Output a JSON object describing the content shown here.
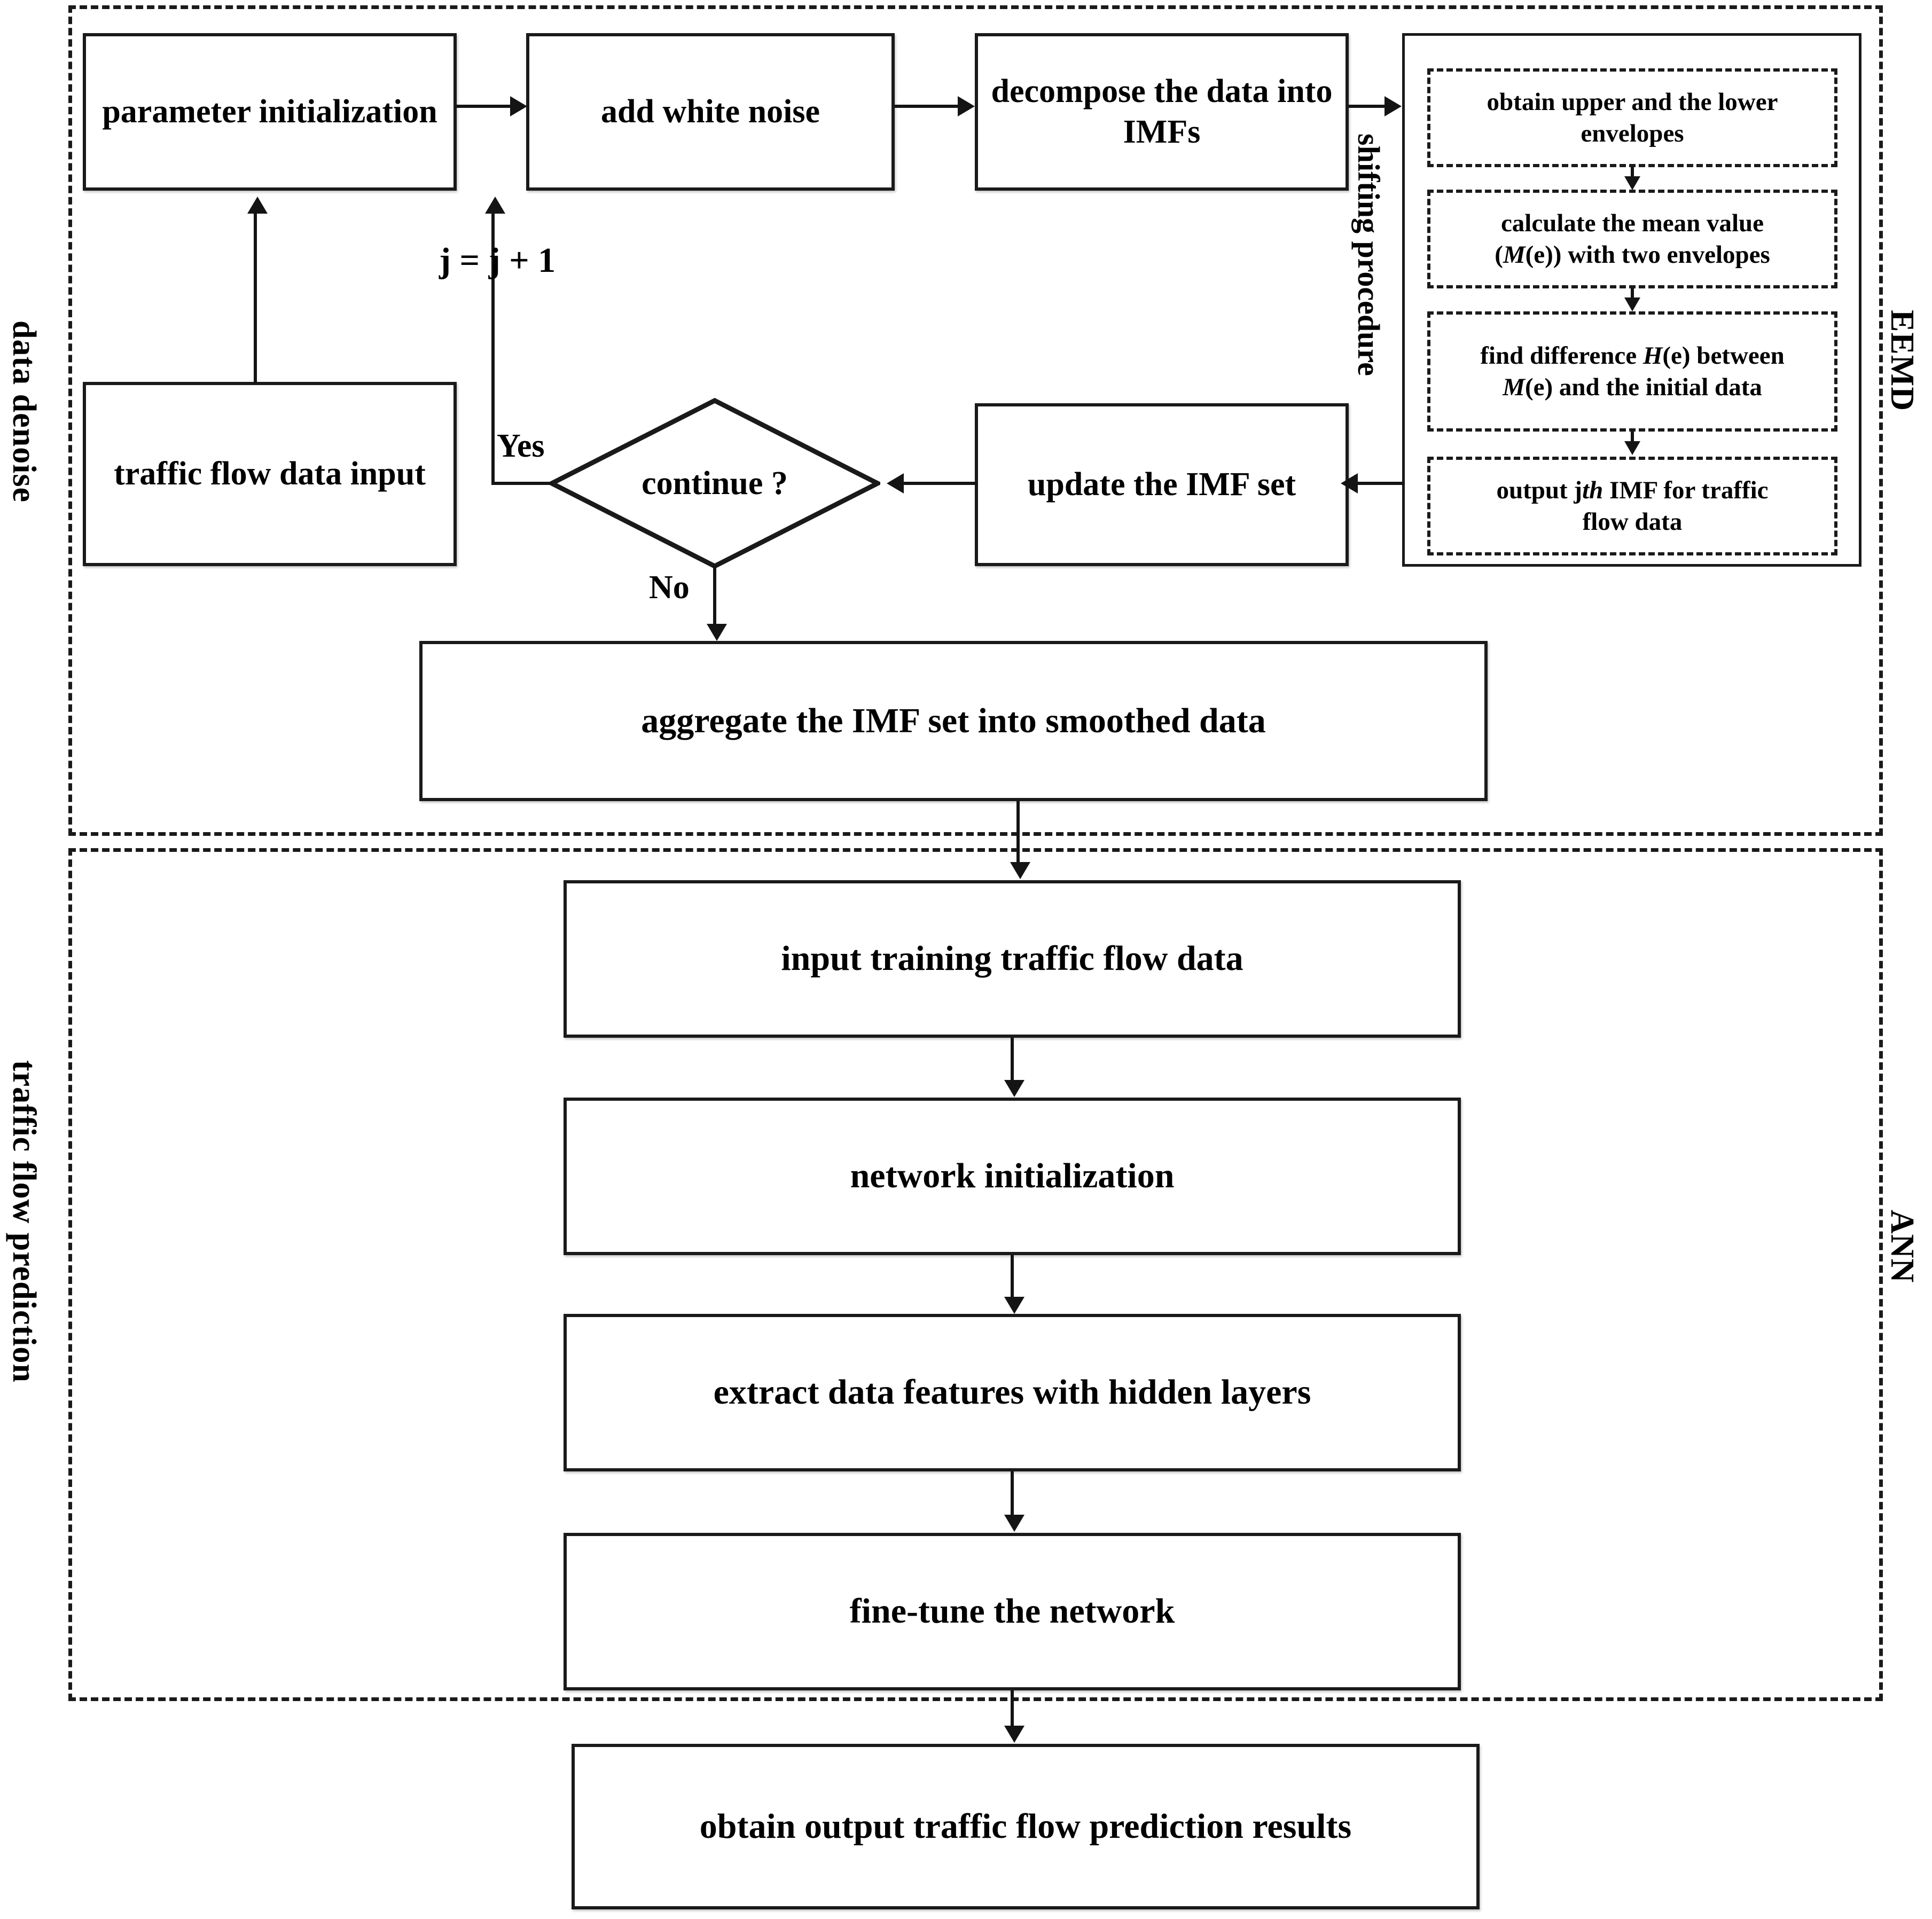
{
  "regions": {
    "data_denoise_label": "data denoise",
    "eemd_label": "EEMD",
    "traffic_prediction_label": "traffic flow prediction",
    "ann_label": "ANN"
  },
  "eemd": {
    "parameter_initialization": "parameter initialization",
    "add_white_noise": "add white noise",
    "decompose": "decompose the data into IMFs",
    "traffic_flow_data_input": "traffic flow data input",
    "update_imf_set": "update the IMF set",
    "decision": "continue ?",
    "aggregate": "aggregate the IMF set into smoothed data",
    "shifting_procedure_label": "shifting procedure",
    "loop_counter_label": "j = j + 1",
    "yes_label": "Yes",
    "no_label": "No",
    "shifting_steps": [
      {
        "id": "obtain-envelopes",
        "line1": "obtain upper and the lower",
        "line2": "envelopes"
      },
      {
        "id": "calculate-mean-value",
        "line1": "calculate the mean value",
        "pre2": "(",
        "italic2": "M",
        "post2": "(e)) with two envelopes"
      },
      {
        "id": "find-difference",
        "pre1": "find difference ",
        "italic1": "H",
        "post1": "(e) between",
        "italic2": "M",
        "post2": "(e) and the initial data"
      },
      {
        "id": "output-jth-imf",
        "pre1": "output  j",
        "italic1": "th",
        "post1": " IMF for traffic",
        "line2": "flow data"
      }
    ]
  },
  "ann": {
    "input_training": "input training traffic flow data",
    "network_initialization": "network initialization",
    "extract_features": "extract data features with hidden layers",
    "fine_tune": "fine-tune the network",
    "obtain_output": "obtain output traffic flow prediction results"
  },
  "colors": {
    "stroke": "#1a1a1a",
    "background": "#ffffff",
    "text": "#000000"
  }
}
